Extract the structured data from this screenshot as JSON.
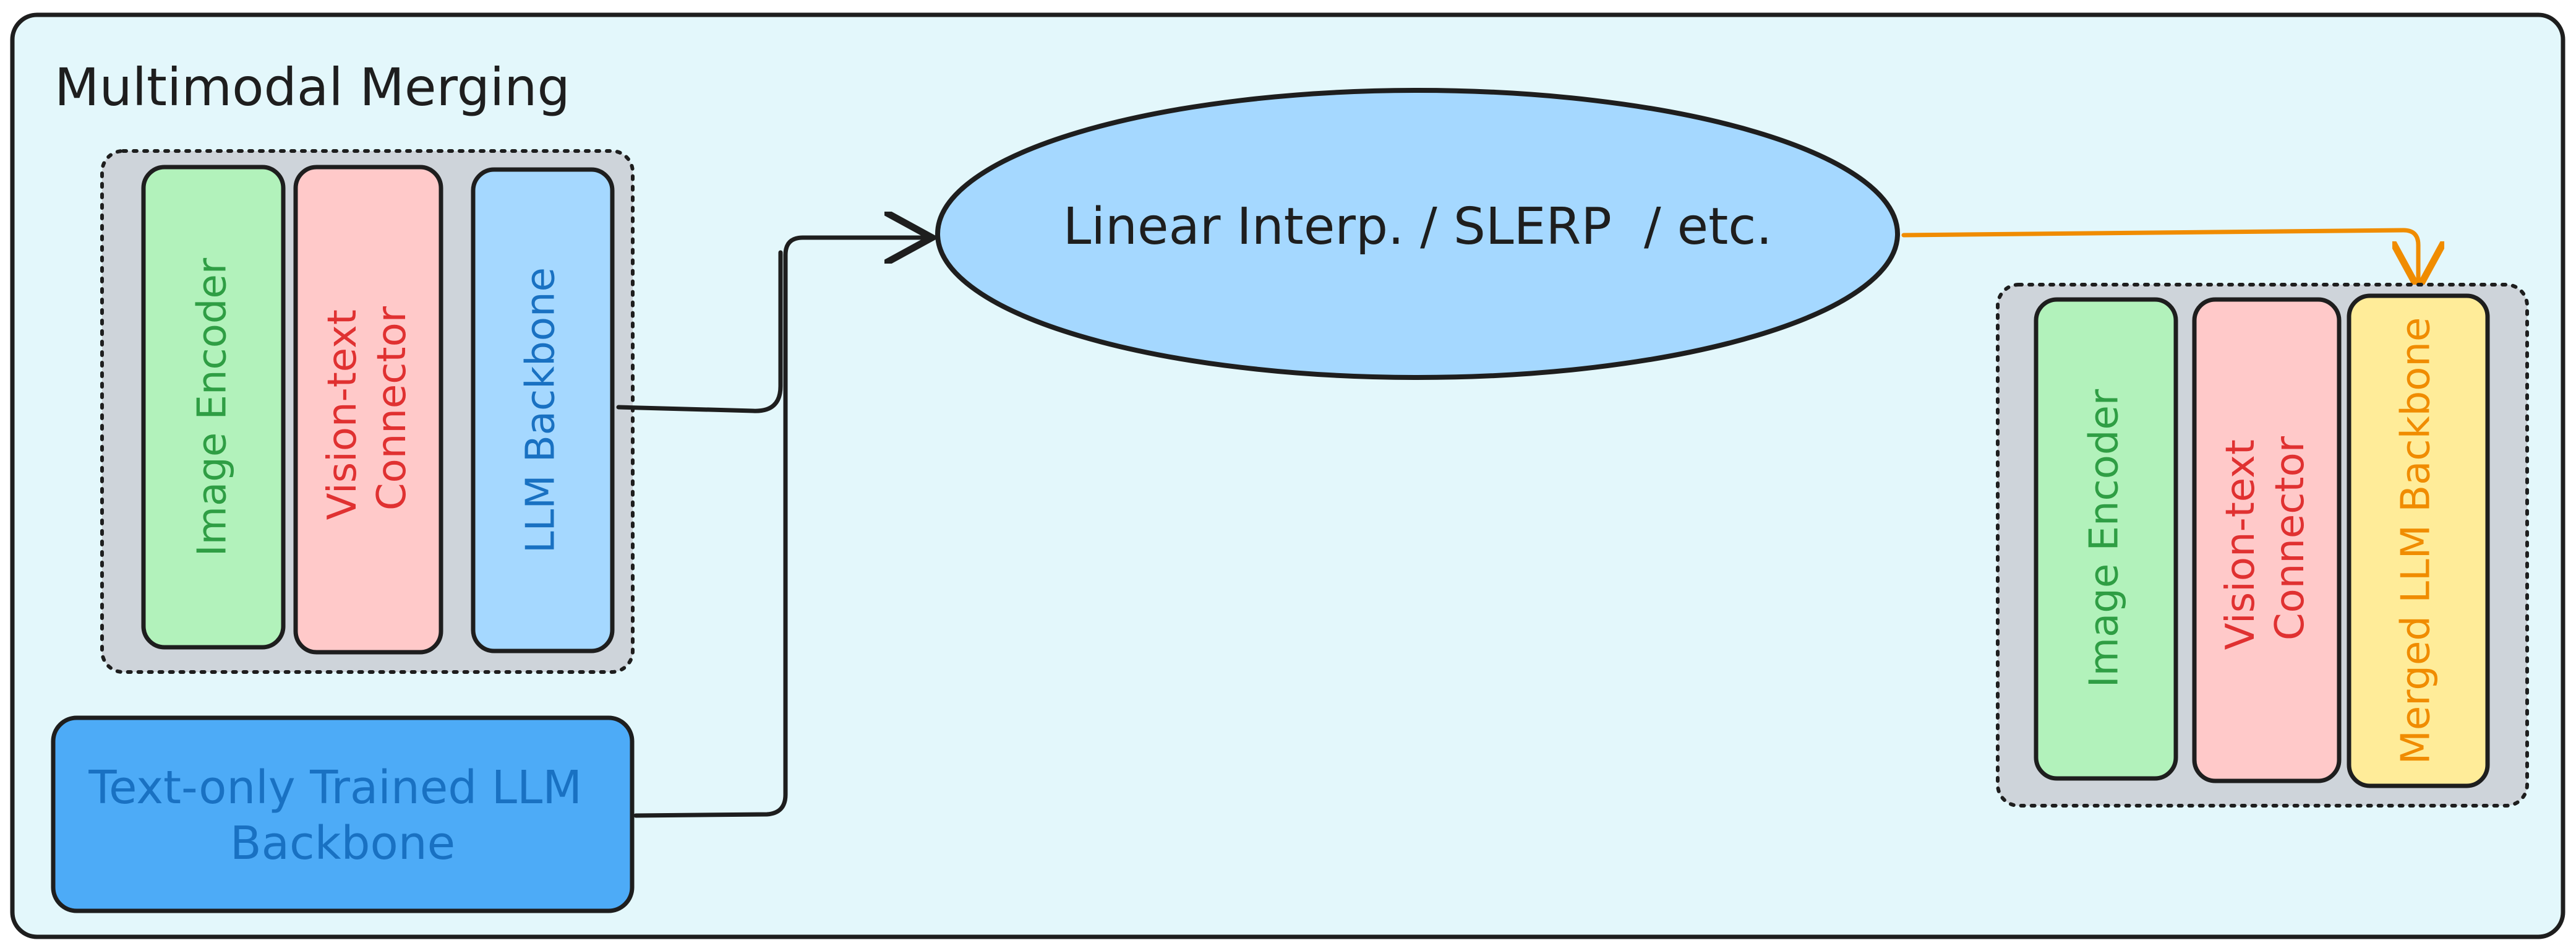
{
  "title": "Multimodal Merging",
  "source_model": {
    "image_encoder": "Image Encoder",
    "connector_line1": "Vision-text",
    "connector_line2": "Connector",
    "backbone": "LLM Backbone"
  },
  "text_only_model": {
    "line1": "Text-only Trained LLM",
    "line2": "Backbone"
  },
  "merge_method": "Linear Interp. / SLERP  / etc.",
  "merged_model": {
    "image_encoder": "Image Encoder",
    "connector_line1": "Vision-text",
    "connector_line2": "Connector",
    "backbone": "Merged LLM Backbone"
  },
  "colors": {
    "panel_bg": "#e3f7fb",
    "group_bg": "#ced4da",
    "encoder_fill": "#b2f2bb",
    "encoder_text": "#2f9e44",
    "connector_fill": "#ffc9c9",
    "connector_text": "#e03131",
    "backbone_fill": "#a5d8ff",
    "backbone_text": "#1971c2",
    "text_llm_fill": "#4dabf7",
    "merged_fill": "#ffec99",
    "merged_text": "#f08c00",
    "arrow_orange": "#f08c00",
    "stroke": "#1e1e1e"
  }
}
